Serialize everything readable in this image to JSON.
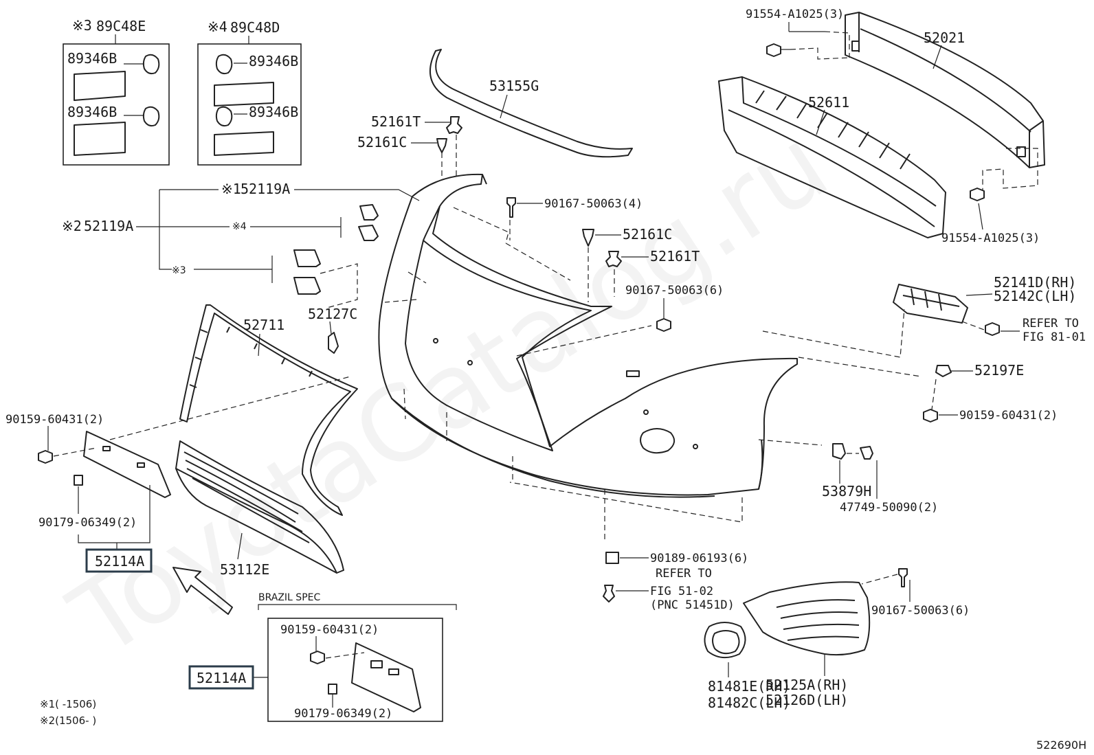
{
  "diagram": {
    "watermark": "ToyotaCatalog.ru",
    "figure_code": "522690H",
    "inset_left": {
      "code": "89C48E",
      "mark": "※3",
      "part_a": "89346B",
      "part_b": "89346B"
    },
    "inset_right": {
      "code": "89C48D",
      "mark": "※4",
      "part_a": "89346B",
      "part_b": "89346B"
    },
    "brazil_spec": {
      "title": "BRAZIL SPEC",
      "bolt": "90159-60431(2)",
      "clip": "90179-06349(2)",
      "assembly": "52114A"
    },
    "parts": {
      "p52021": "52021",
      "p91554_top": "91554-A1025(3)",
      "p52611": "52611",
      "p91554_bottom": "91554-A1025(3)",
      "p53155G": "53155G",
      "p52161T_top": "52161T",
      "p52161C_top": "52161C",
      "p52119A_1": "52119A",
      "p52119A_2": "52119A",
      "mark1": "※1",
      "mark2": "※2",
      "mark3": "※3",
      "mark4": "※4",
      "p90167_4": "90167-50063(4)",
      "p52161C_mid": "52161C",
      "p52161T_mid": "52161T",
      "p90167_6_mid": "90167-50063(6)",
      "p52127C": "52127C",
      "p52711": "52711",
      "p52141D": "52141D(RH)",
      "p52142C": "52142C(LH)",
      "refer81_a": "REFER TO",
      "refer81_b": "FIG 81-01",
      "p52197E": "52197E",
      "p90159_right": "90159-60431(2)",
      "p90159_left": "90159-60431(2)",
      "p90179_left": "90179-06349(2)",
      "p52114A_main": "52114A",
      "p53112E": "53112E",
      "p53879H": "53879H",
      "p47749": "47749-50090(2)",
      "p90189": "90189-06193(6)",
      "refer51_a": "REFER TO",
      "refer51_b": "FIG 51-02",
      "refer51_c": "(PNC 51451D)",
      "p90167_6_low": "90167-50063(6)",
      "p81481E": "81481E(RH)",
      "p81482C": "81482C(LH)",
      "p52125A": "52125A(RH)",
      "p52126D": "52126D(LH)"
    },
    "footnotes": {
      "note1": "※1(     -1506)",
      "note2": "※2(1506-     )"
    }
  }
}
